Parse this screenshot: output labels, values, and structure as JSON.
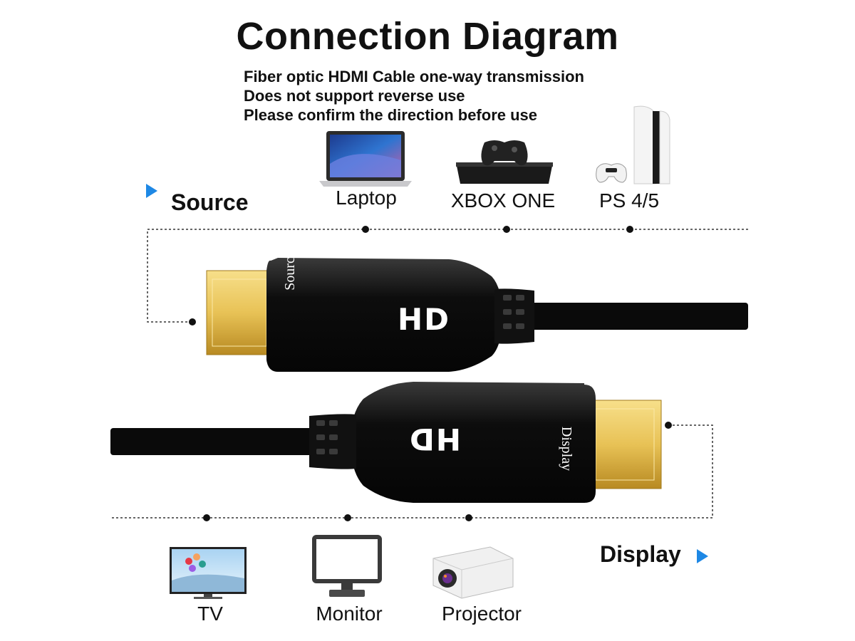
{
  "title": "Connection Diagram",
  "notes": [
    "Fiber optic HDMI Cable one-way transmission",
    "Does not support reverse use",
    "Please confirm the direction before use"
  ],
  "source": {
    "heading": "Source",
    "devices": [
      {
        "label": "Laptop",
        "icon": "laptop-icon"
      },
      {
        "label": "XBOX ONE",
        "icon": "xbox-console-icon"
      },
      {
        "label": "PS 4/5",
        "icon": "playstation-console-icon"
      }
    ]
  },
  "display": {
    "heading": "Display",
    "devices": [
      {
        "label": "TV",
        "icon": "tv-icon"
      },
      {
        "label": "Monitor",
        "icon": "monitor-icon"
      },
      {
        "label": "Projector",
        "icon": "projector-icon"
      }
    ]
  },
  "cable": {
    "source_connector_text": "Source",
    "display_connector_text": "Display",
    "logo_text": "HD",
    "connector_color": "#e8c256",
    "housing_color": "#0d0d0d"
  },
  "colors": {
    "arrow": "#1e88e5",
    "line": "#333333"
  }
}
